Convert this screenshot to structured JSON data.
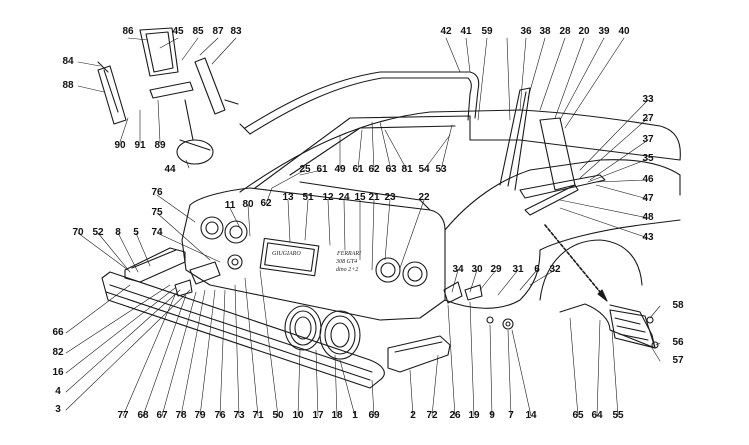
{
  "diagram": {
    "callouts": [
      "86",
      "45",
      "85",
      "87",
      "83",
      "84",
      "88",
      "90",
      "89",
      "91",
      "44",
      "42",
      "41",
      "59",
      "36",
      "38",
      "28",
      "20",
      "39",
      "40",
      "33",
      "27",
      "37",
      "35",
      "46",
      "47",
      "48",
      "43",
      "25",
      "61",
      "49",
      "61",
      "62",
      "63",
      "81",
      "54",
      "53",
      "62",
      "76",
      "11",
      "80",
      "13",
      "51",
      "12",
      "24",
      "15",
      "21",
      "23",
      "22",
      "75",
      "74",
      "70",
      "52",
      "8",
      "5",
      "34",
      "30",
      "29",
      "31",
      "6",
      "32",
      "66",
      "82",
      "16",
      "4",
      "3",
      "77",
      "68",
      "67",
      "78",
      "79",
      "76",
      "73",
      "71",
      "50",
      "10",
      "17",
      "18",
      "1",
      "69",
      "2",
      "72",
      "26",
      "19",
      "9",
      "7",
      "14",
      "58",
      "56",
      "57",
      "65",
      "64",
      "55"
    ],
    "inscriptions": {
      "plate_top": "GIUGIARO",
      "badge_line1": "FERRARI",
      "badge_line2": "308 GT4",
      "badge_line3": "dino 2+2"
    }
  }
}
